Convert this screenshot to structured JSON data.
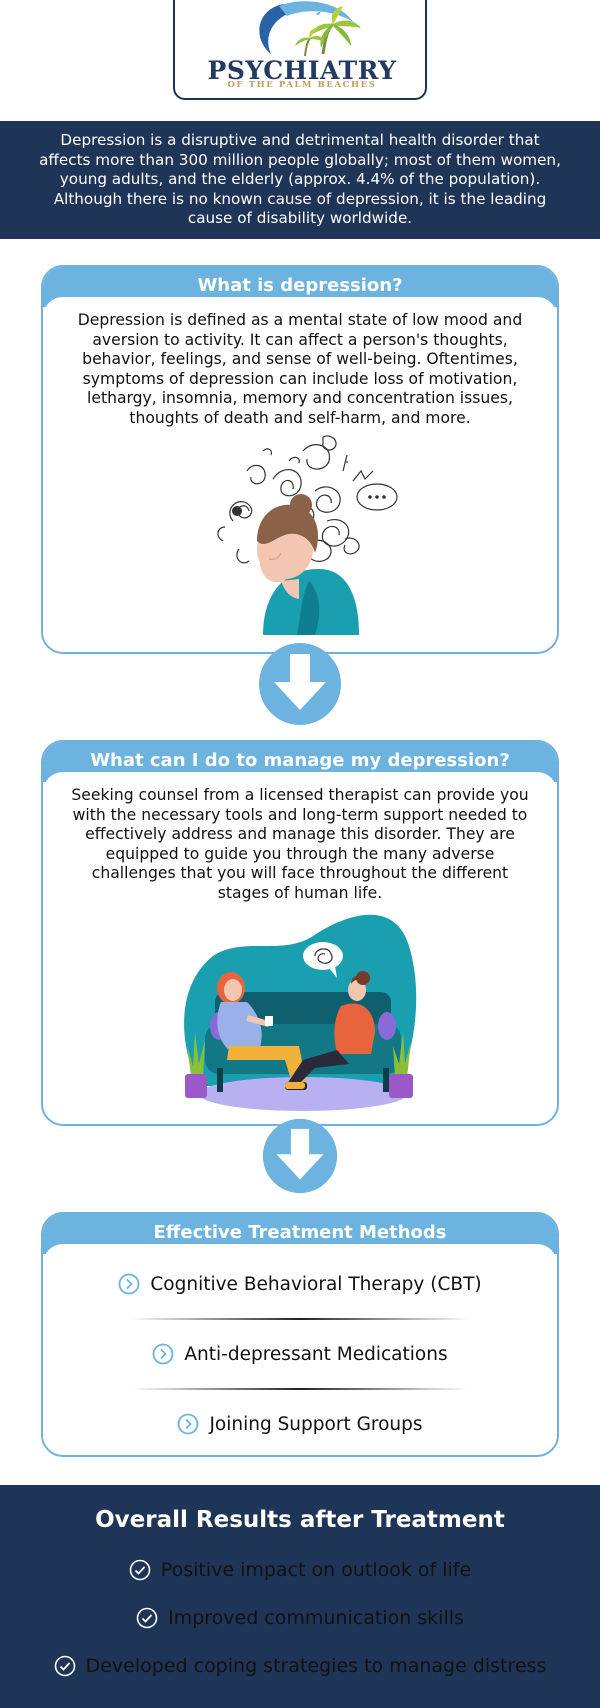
{
  "logo": {
    "title": "PSYCHIATRY",
    "subtitle": "OF THE PALM BEACHES"
  },
  "intro": {
    "text": "Depression is a disruptive and detrimental health disorder that affects more than 300 million people globally; most of them women, young adults, and the elderly (approx. 4.4% of the population). Although there is no known cause of depression, it is the leading cause of disability worldwide."
  },
  "section1": {
    "heading": "What is depression?",
    "body": "Depression is defined as a mental state of low mood and aversion to activity. It can affect a person's thoughts, behavior, feelings, and sense of well-being. Oftentimes, symptoms of depression can include loss of motivation, lethargy, insomnia, memory and concentration issues, thoughts of death and self-harm, and more."
  },
  "section2": {
    "heading": "What can I do to manage my depression?",
    "body": "Seeking counsel from a licensed therapist can provide you with the necessary tools and long-term support needed to effectively address and manage this disorder. They are equipped to guide you through the many adverse challenges that you will face throughout the different stages of human life."
  },
  "section3": {
    "heading": "Effective Treatment Methods",
    "items": [
      "Cognitive Behavioral Therapy (CBT)",
      "Anti-depressant Medications",
      "Joining Support Groups"
    ]
  },
  "results": {
    "title": "Overall Results after Treatment",
    "items": [
      "Positive impact on outlook of life",
      "Improved communication skills",
      "Developed coping strategies to manage distress"
    ]
  },
  "colors": {
    "navy": "#1f3557",
    "sky_blue": "#6cb3e0",
    "teal": "#1a9fb0",
    "gold": "#c79a5b"
  }
}
